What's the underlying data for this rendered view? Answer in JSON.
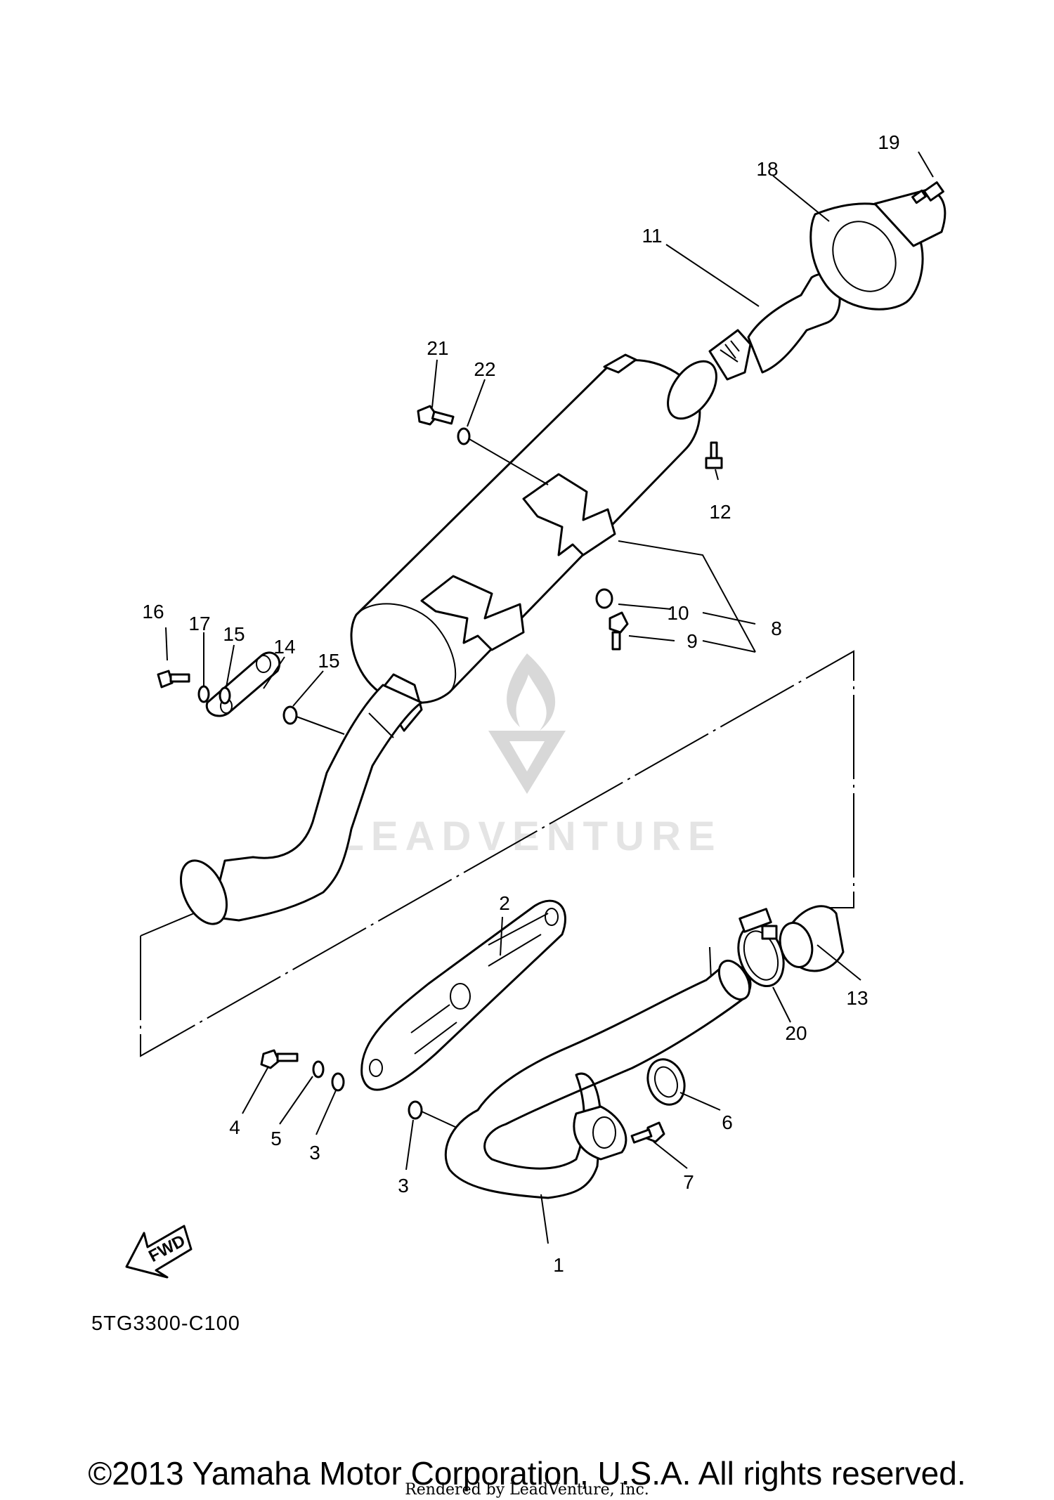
{
  "callouts": [
    "1",
    "2",
    "3",
    "3",
    "4",
    "5",
    "6",
    "7",
    "8",
    "9",
    "10",
    "11",
    "12",
    "13",
    "14",
    "15",
    "15",
    "16",
    "17",
    "18",
    "19",
    "20",
    "21",
    "22"
  ],
  "fwd_label": "FWD",
  "watermark": "LEADVENTURE",
  "diagram_code": "5TG3300-C100",
  "copyright": "©2013 Yamaha Motor Corporation, U.S.A. All rights reserved.",
  "rendered_by": "Rendered by LeadVenture, Inc."
}
